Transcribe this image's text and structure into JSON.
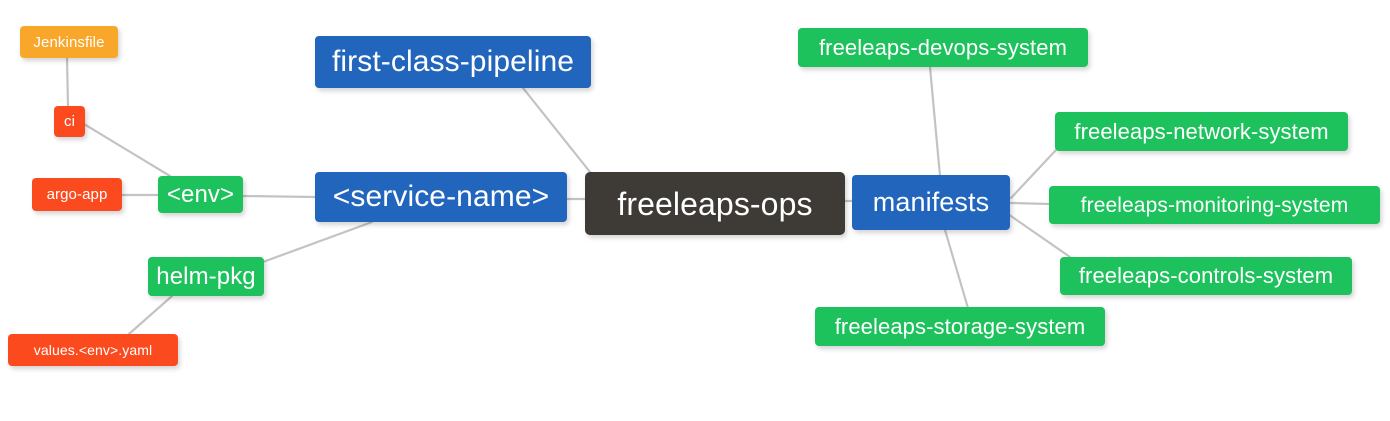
{
  "diagram": {
    "type": "mindmap",
    "root": "freeleaps-ops",
    "colors": {
      "root": "#3e3a36",
      "blue": "#2265bd",
      "green": "#1ec25c",
      "orange": "#f9a72b",
      "red": "#fb4b1e",
      "edge": "#c3c3c3",
      "background": "#ffffff"
    }
  },
  "nodes": {
    "root": {
      "label": "freeleaps-ops"
    },
    "first_class_pipeline": {
      "label": "first-class-pipeline"
    },
    "service_name": {
      "label": "<service-name>"
    },
    "env": {
      "label": "<env>"
    },
    "ci": {
      "label": "ci"
    },
    "jenkinsfile": {
      "label": "Jenkinsfile"
    },
    "argo_app": {
      "label": "argo-app"
    },
    "helm_pkg": {
      "label": "helm-pkg"
    },
    "values_yaml": {
      "label": "values.<env>.yaml"
    },
    "manifests": {
      "label": "manifests"
    },
    "devops_system": {
      "label": "freeleaps-devops-system"
    },
    "network_system": {
      "label": "freeleaps-network-system"
    },
    "monitoring_system": {
      "label": "freeleaps-monitoring-system"
    },
    "controls_system": {
      "label": "freeleaps-controls-system"
    },
    "storage_system": {
      "label": "freeleaps-storage-system"
    }
  },
  "edges": [
    {
      "from": "root",
      "to": "first_class_pipeline"
    },
    {
      "from": "root",
      "to": "service_name"
    },
    {
      "from": "root",
      "to": "manifests"
    },
    {
      "from": "service_name",
      "to": "env"
    },
    {
      "from": "service_name",
      "to": "helm_pkg"
    },
    {
      "from": "env",
      "to": "ci"
    },
    {
      "from": "env",
      "to": "argo_app"
    },
    {
      "from": "ci",
      "to": "jenkinsfile"
    },
    {
      "from": "helm_pkg",
      "to": "values_yaml"
    },
    {
      "from": "manifests",
      "to": "devops_system"
    },
    {
      "from": "manifests",
      "to": "network_system"
    },
    {
      "from": "manifests",
      "to": "monitoring_system"
    },
    {
      "from": "manifests",
      "to": "controls_system"
    },
    {
      "from": "manifests",
      "to": "storage_system"
    }
  ]
}
